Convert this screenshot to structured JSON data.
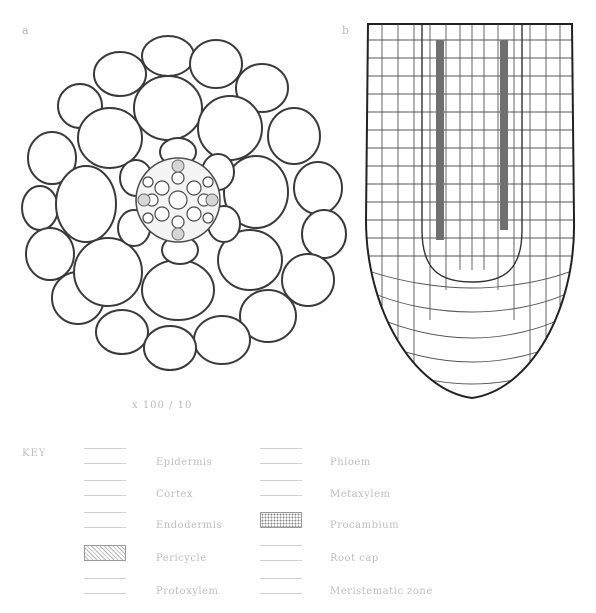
{
  "panels": {
    "left_letter": "a",
    "right_letter": "b",
    "left_caption": "x 100 / 10"
  },
  "key": {
    "title": "KEY",
    "items": [
      {
        "label": "Epidermis"
      },
      {
        "label": "Cortex"
      },
      {
        "label": "Endodermis"
      },
      {
        "label": "Pericycle"
      },
      {
        "label": "Protoxylem"
      },
      {
        "label": "Phloem"
      },
      {
        "label": "Metaxylem"
      },
      {
        "label": "Procambium"
      },
      {
        "label": "Root cap"
      },
      {
        "label": "Meristematic zone"
      }
    ]
  },
  "colors": {
    "cell_wall": "#3a3a3a",
    "wall_thick": "#5a5a5a",
    "faint_text": "#b9b9b9"
  }
}
